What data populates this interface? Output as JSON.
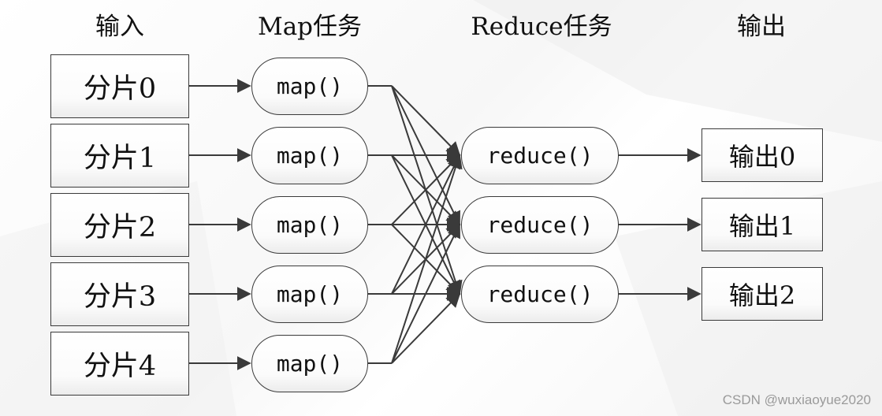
{
  "titles": {
    "input": "输入",
    "map": "Map任务",
    "reduce": "Reduce任务",
    "output": "输出"
  },
  "inputs": [
    "分片0",
    "分片1",
    "分片2",
    "分片3",
    "分片4"
  ],
  "maps": [
    "map()",
    "map()",
    "map()",
    "map()",
    "map()"
  ],
  "reduces": [
    "reduce()",
    "reduce()",
    "reduce()"
  ],
  "outputs": [
    "输出0",
    "输出1",
    "输出2"
  ],
  "watermark": "CSDN @wuxiaoyue2020",
  "colors": {
    "line": "#3a3a3a",
    "border": "#3a3a3a"
  }
}
